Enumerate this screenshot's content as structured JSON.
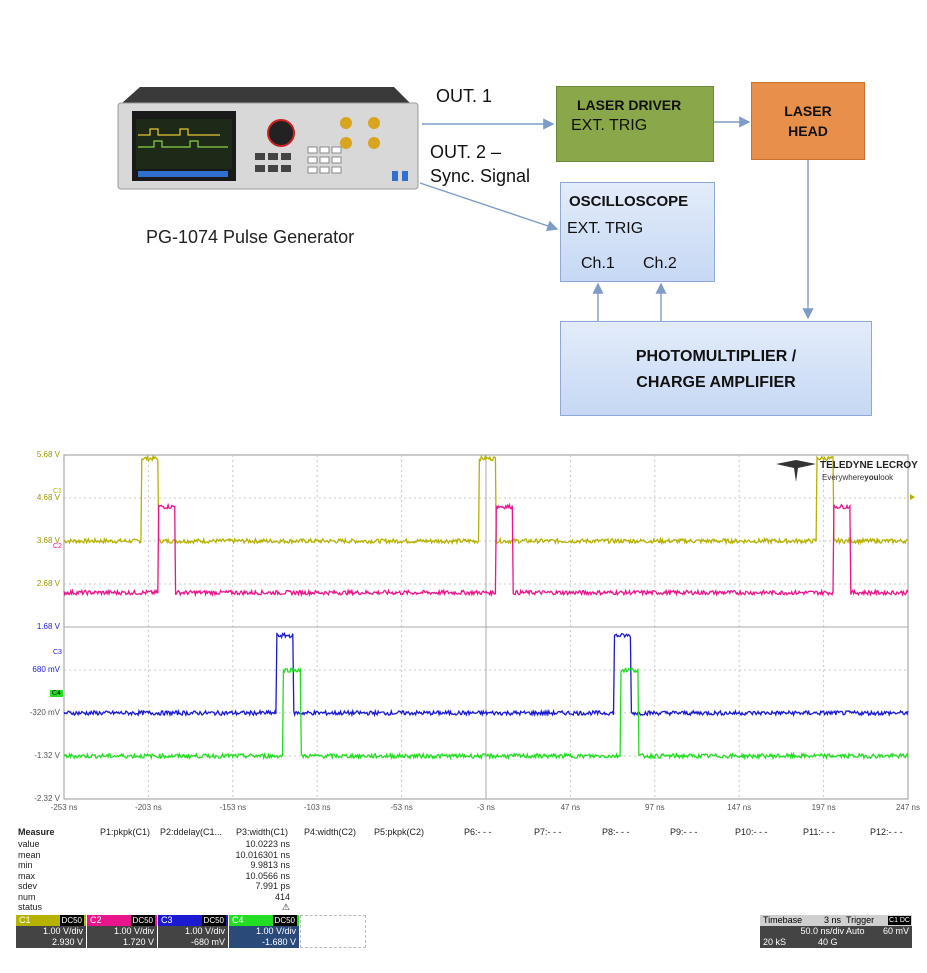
{
  "diagram": {
    "generator_caption": "PG-1074 Pulse Generator",
    "out1_label": "OUT. 1",
    "out2_label_line1": "OUT. 2 –",
    "out2_label_line2": "Sync. Signal",
    "driver_line1": "LASER DRIVER",
    "driver_line2": "EXT. TRIG",
    "laser_line1": "LASER",
    "laser_line2": "HEAD",
    "osc_line1": "OSCILLOSCOPE",
    "osc_line2": "EXT. TRIG",
    "osc_ch1": "Ch.1",
    "osc_ch2": "Ch.2",
    "pmt_line1": "PHOTOMULTIPLIER /",
    "pmt_line2": "CHARGE AMPLIFIER",
    "colors": {
      "driver": "#8aa84a",
      "laser": "#e8904a",
      "osc": "#c6d8f4",
      "arrow": "#7f9cc8"
    }
  },
  "scope": {
    "brand": "TELEDYNE LECROY",
    "tagline_a": "Everywhere",
    "tagline_b": "you",
    "tagline_c": "look",
    "y_labels": [
      "5.68 V",
      "4.68 V",
      "3.68 V",
      "2.68 V",
      "1.68 V",
      "680 mV",
      "-320 mV",
      "-1.32 V",
      "-2.32 V"
    ],
    "x_labels": [
      "-253 ns",
      "-203 ns",
      "-153 ns",
      "-103 ns",
      "-53 ns",
      "-3 ns",
      "47 ns",
      "97 ns",
      "147 ns",
      "197 ns",
      "247 ns"
    ],
    "marker_c1": "C1",
    "marker_c2": "C2",
    "marker_c3": "C3",
    "marker_c4": "C4",
    "measure": {
      "title": "Measure",
      "params": [
        "P1:pkpk(C1)",
        "P2:ddelay(C1...",
        "P3:width(C1)",
        "P4:width(C2)",
        "P5:pkpk(C2)",
        "P6:- - -",
        "P7:- - -",
        "P8:- - -",
        "P9:- - -",
        "P10:- - -",
        "P11:- - -",
        "P12:- - -"
      ],
      "rows": [
        {
          "label": "value",
          "p3": "10.0223 ns"
        },
        {
          "label": "mean",
          "p3": "10.016301 ns"
        },
        {
          "label": "min",
          "p3": "9.9813 ns"
        },
        {
          "label": "max",
          "p3": "10.0566 ns"
        },
        {
          "label": "sdev",
          "p3": "7.991 ps"
        },
        {
          "label": "num",
          "p3": "414"
        },
        {
          "label": "status",
          "p3": "⚠"
        }
      ]
    },
    "channels": [
      {
        "name": "C1",
        "coupling": "DC50",
        "vdiv": "1.00 V/div",
        "offset": "2.930 V",
        "color": "#b5b200"
      },
      {
        "name": "C2",
        "coupling": "DC50",
        "vdiv": "1.00 V/div",
        "offset": "1.720 V",
        "color": "#e8158c"
      },
      {
        "name": "C3",
        "coupling": "DC50",
        "vdiv": "1.00 V/div",
        "offset": "-680 mV",
        "color": "#1a1ad0"
      },
      {
        "name": "C4",
        "coupling": "DC50",
        "vdiv": "1.00 V/div",
        "offset": "-1.680 V",
        "color": "#22dd22"
      }
    ],
    "timebase": {
      "label": "Timebase",
      "delay": "3 ns",
      "trigger_label": "Trigger",
      "trig_ch": "C1",
      "trig_coupling": "DC",
      "tdiv": "50.0 ns/div",
      "mode": "Auto",
      "level": "60 mV",
      "samples": "20 kS",
      "rate": "40 G"
    }
  },
  "chart_data": {
    "type": "line",
    "title": "",
    "xlabel": "",
    "ylabel": "",
    "xlim": [
      -253,
      247
    ],
    "ylim": [
      -2.32,
      5.68
    ],
    "x_ticks": [
      -253,
      -203,
      -153,
      -103,
      -53,
      -3,
      47,
      97,
      147,
      197,
      247
    ],
    "y_ticks": [
      5.68,
      4.68,
      3.68,
      2.68,
      1.68,
      0.68,
      -0.32,
      -1.32,
      -2.32
    ],
    "grid": true,
    "series": [
      {
        "name": "C1",
        "color": "#b5b200",
        "baseline": 3.68,
        "high": 5.6,
        "pulses": [
          [
            -207,
            -197
          ],
          [
            -7,
            3
          ],
          [
            193,
            203
          ]
        ]
      },
      {
        "name": "C2",
        "color": "#e8158c",
        "baseline": 2.48,
        "high": 4.48,
        "pulses": [
          [
            -197,
            -187
          ],
          [
            3,
            13
          ],
          [
            203,
            213
          ]
        ]
      },
      {
        "name": "C3",
        "color": "#1a1ad0",
        "baseline": -0.32,
        "high": 1.48,
        "pulses": [
          [
            -127,
            -117
          ],
          [
            73,
            83
          ]
        ]
      },
      {
        "name": "C4",
        "color": "#22dd22",
        "baseline": -1.32,
        "high": 0.68,
        "pulses": [
          [
            -123,
            -113
          ],
          [
            77,
            87
          ]
        ]
      }
    ]
  }
}
